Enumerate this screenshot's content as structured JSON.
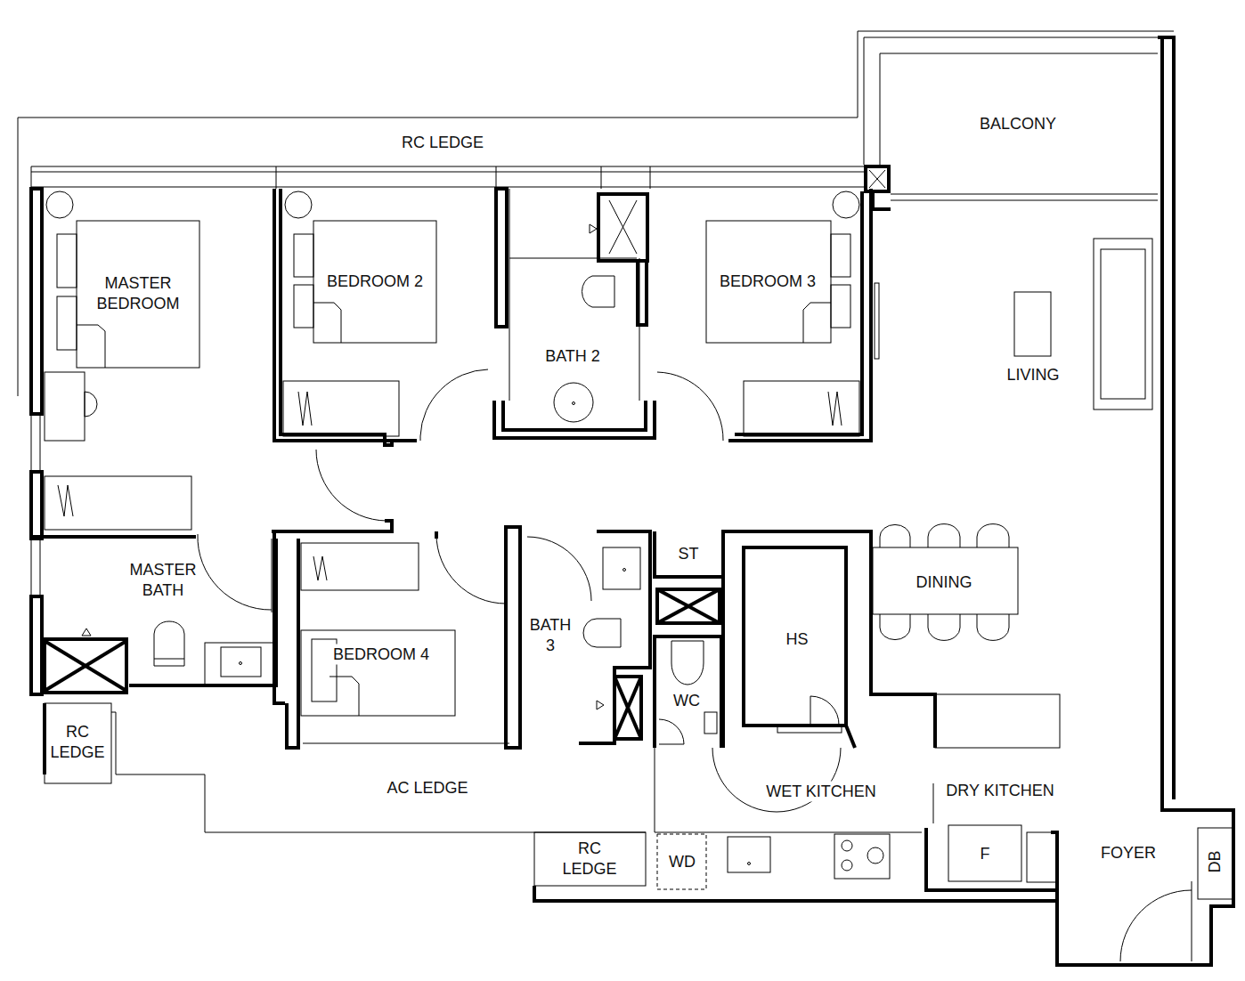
{
  "diagram": {
    "labels": [
      "RC LEDGE",
      "BALCONY",
      "MASTER BEDROOM",
      "BEDROOM 2",
      "BEDROOM 3",
      "BATH 2",
      "LIVING",
      "MASTER BATH",
      "ST",
      "DINING",
      "BEDROOM 4",
      "BATH 3",
      "HS",
      "WC",
      "RC LEDGE",
      "AC LEDGE",
      "WET KITCHEN",
      "DRY KITCHEN",
      "RC LEDGE",
      "WD",
      "F",
      "FOYER",
      "DB"
    ]
  }
}
